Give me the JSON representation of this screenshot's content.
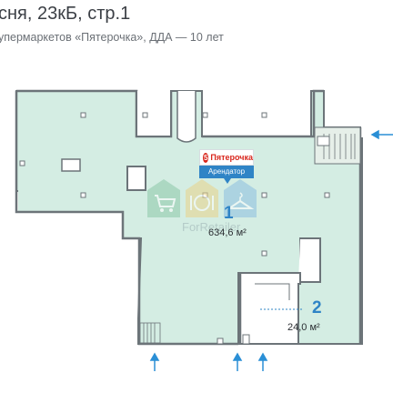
{
  "header": {
    "title": "сня, 23кБ, стр.1",
    "subtitle": "упермаркетов «Пятерочка», ДДА — 10 лет"
  },
  "tenant": {
    "brand": "Пятерочка",
    "brand_logo": "5",
    "label": "Арендатор"
  },
  "units": [
    {
      "number": "1",
      "area": "634,6 м²"
    },
    {
      "number": "2",
      "area": "24,0 м²"
    }
  ],
  "watermark": "ForRetailer",
  "colors": {
    "floor_fill": "#d4ede3",
    "wall": "#6c7479",
    "accent_blue": "#2f84c6",
    "arrow": "#2a8fd6",
    "brand_red": "#d9261c"
  },
  "icons": [
    "cart-icon",
    "plate-icon",
    "hanger-icon",
    "entrance-arrow-icon"
  ]
}
